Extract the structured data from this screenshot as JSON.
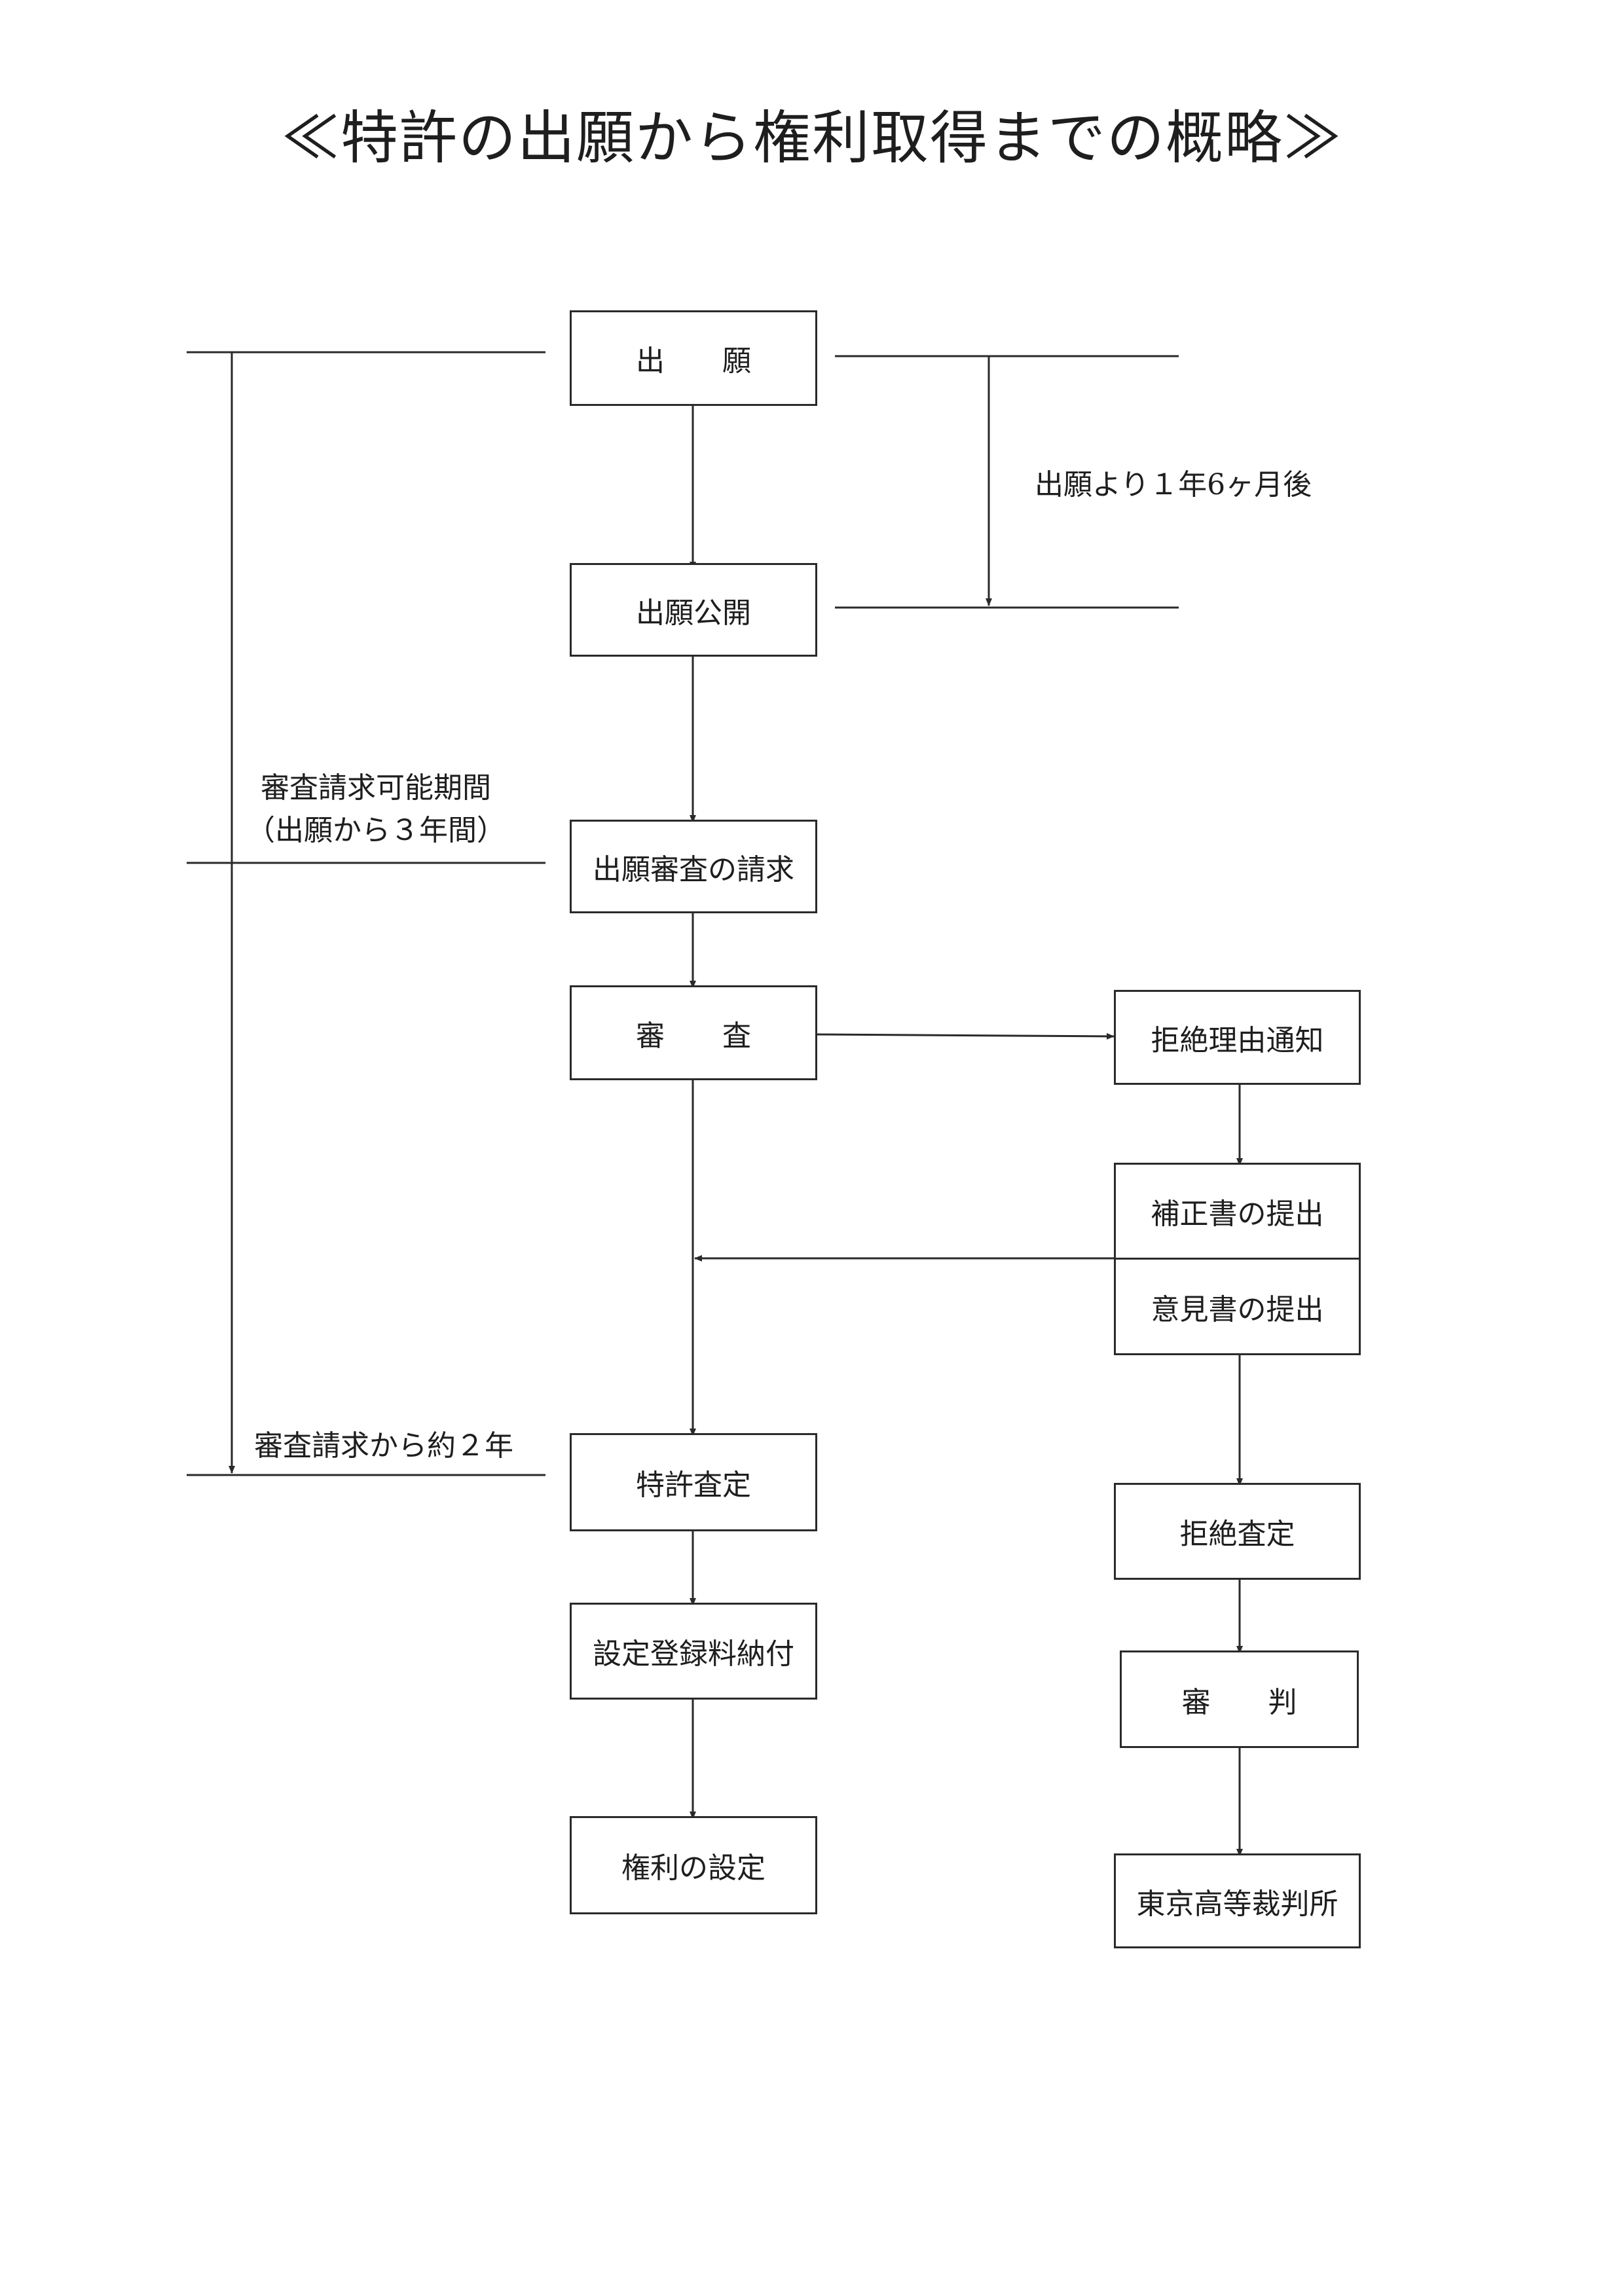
{
  "title": "≪特許の出願から権利取得までの概略≫",
  "nodes": {
    "application": "出　　願",
    "publication": "出願公開",
    "exam_request": "出願審査の請求",
    "examination": "審　　査",
    "grant_decision": "特許査定",
    "registration_fee": "設定登録料納付",
    "right_established": "権利の設定",
    "rejection_notice": "拒絶理由通知",
    "amendment": "補正書の提出",
    "opinion": "意見書の提出",
    "rejection_decision": "拒絶査定",
    "appeal": "審　　判",
    "ip_high_court": "東京高等裁判所"
  },
  "notes": {
    "publication_timing": "出願より１年6ヶ月後",
    "exam_request_period_line1": "審査請求可能期間",
    "exam_request_period_line2": "（出願から３年間）",
    "exam_duration": "審査請求から約２年"
  }
}
